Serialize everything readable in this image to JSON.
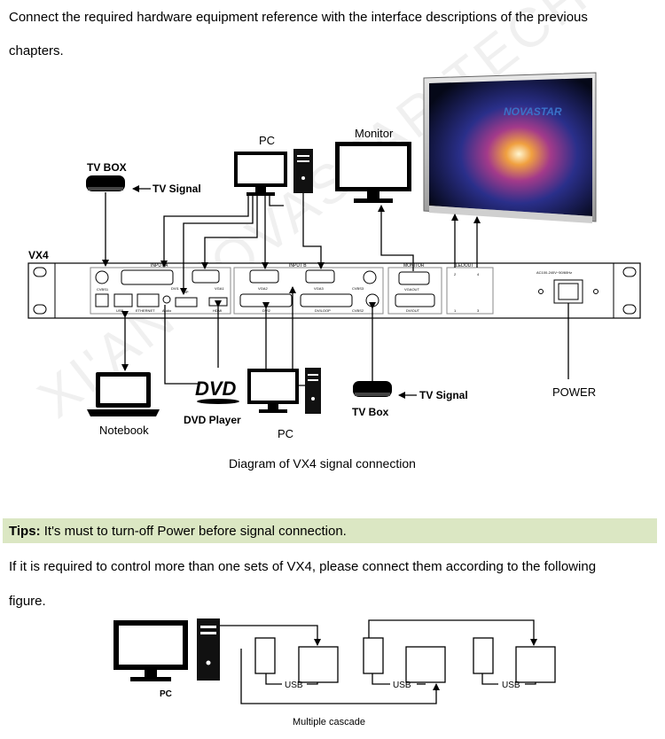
{
  "intro": {
    "line1": "Connect the required hardware equipment reference with the interface descriptions of the previous",
    "line2": "chapters."
  },
  "diagram1": {
    "caption": "Diagram of VX4 signal connection",
    "device_label": "VX4",
    "pc_top": "PC",
    "monitor": "Monitor",
    "tv_box_top": "TV BOX",
    "tv_signal_top": "TV Signal",
    "brand": "NOVASTAR",
    "notebook": "Notebook",
    "dvd_logo": "DVD",
    "dvd_player": "DVD Player",
    "pc_bottom": "PC",
    "tv_signal_bottom": "TV Signal",
    "tv_box_bottom": "TV Box",
    "power": "POWER",
    "panel": {
      "input_a": "INPUT A",
      "input_b": "INPUT B",
      "monitor": "MONITOR",
      "ledout": "LEDOUT",
      "power_spec": "AC100-240V~50/60Hz",
      "cvbs1": "CVBS1",
      "dvi1": "DVI1",
      "vga1": "VGA1",
      "usb": "USB",
      "ethernet": "ETHERNET",
      "audio": "Audio",
      "dp": "DP",
      "hdmi": "HDMI",
      "vga2": "VGA2",
      "vga3": "VGA3",
      "cvbs3": "CVBS3",
      "dvi2": "DVI2",
      "dviloop": "DVILOOP",
      "cvbs2": "CVBS2",
      "vgaout": "VGAOUT",
      "dviout": "DVIOUT",
      "port1": "1",
      "port2": "2",
      "port3": "3",
      "port4": "4"
    }
  },
  "tips": {
    "label": "Tips:",
    "text": " It's must to turn-off Power before signal connection."
  },
  "cascade_intro": {
    "line1": "If it is required to control more than one sets of VX4, please connect them according to the following",
    "line2": "figure."
  },
  "diagram2": {
    "pc": "PC",
    "usb1": "USB",
    "usb2": "USB",
    "usb3": "USB",
    "caption": "Multiple cascade"
  },
  "watermark": "XI'AN NOVASTAR TECH CO.,LTD"
}
